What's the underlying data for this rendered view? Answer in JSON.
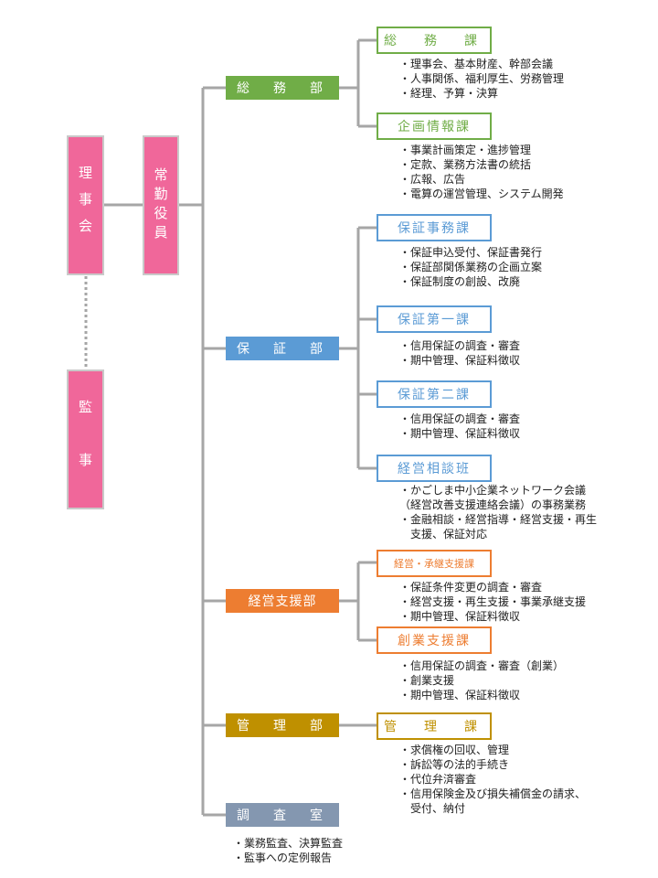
{
  "board": "理事会",
  "executives": "常勤役員",
  "auditor": "監　事",
  "colors": {
    "board": "#f0679a",
    "general": "#70ad47",
    "guarantee": "#5b9bd5",
    "support": "#ed7d31",
    "management": "#bf9000",
    "audit": "#8497b0",
    "line": "#a6a6a6"
  },
  "departments": {
    "general": {
      "label": "総　務　部",
      "sections": [
        {
          "label": "総　務　課",
          "duties": [
            "・理事会、基本財産、幹部会議",
            "・人事関係、福利厚生、労務管理",
            "・経理、予算・決算"
          ]
        },
        {
          "label": "企画情報課",
          "duties": [
            "・事業計画策定・進捗管理",
            "・定款、業務方法書の統括",
            "・広報、広告",
            "・電算の運営管理、システム開発"
          ]
        }
      ]
    },
    "guarantee": {
      "label": "保　証　部",
      "sections": [
        {
          "label": "保証事務課",
          "duties": [
            "・保証申込受付、保証書発行",
            "・保証部関係業務の企画立案",
            "・保証制度の創設、改廃"
          ]
        },
        {
          "label": "保証第一課",
          "duties": [
            "・信用保証の調査・審査",
            "・期中管理、保証料徴収"
          ]
        },
        {
          "label": "保証第二課",
          "duties": [
            "・信用保証の調査・審査",
            "・期中管理、保証料徴収"
          ]
        },
        {
          "label": "経営相談班",
          "duties": [
            "・かごしま中小企業ネットワーク会議",
            "（経営改善支援連絡会議）の事務業務",
            "・金融相談・経営指導・経営支援・再生",
            "　支援、保証対応"
          ]
        }
      ]
    },
    "support": {
      "label": "経営支援部",
      "sections": [
        {
          "label": "経営・承継支援課",
          "duties": [
            "・保証条件変更の調査・審査",
            "・経営支援・再生支援・事業承継支援",
            "・期中管理、保証料徴収"
          ]
        },
        {
          "label": "創業支援課",
          "duties": [
            "・信用保証の調査・審査（創業）",
            "・創業支援",
            "・期中管理、保証料徴収"
          ]
        }
      ]
    },
    "management": {
      "label": "管　理　部",
      "sections": [
        {
          "label": "管　理　課",
          "duties": [
            "・求償権の回収、管理",
            "・訴訟等の法的手続き",
            "・代位弁済審査",
            "・信用保険金及び損失補償金の請求、",
            "　受付、納付"
          ]
        }
      ]
    },
    "audit": {
      "label": "調　査　室",
      "duties": [
        "・業務監査、決算監査",
        "・監事への定例報告"
      ]
    }
  }
}
